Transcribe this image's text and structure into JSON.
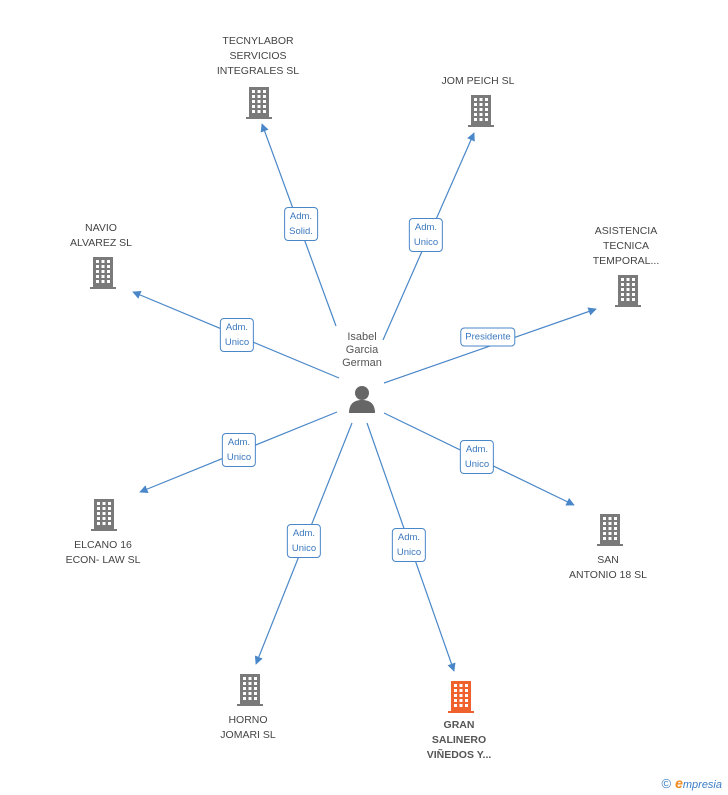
{
  "center": {
    "label_lines": [
      "Isabel",
      "Garcia",
      "German"
    ]
  },
  "companies": [
    {
      "id": "tecnylabor",
      "label_lines": [
        "TECNYLABOR",
        "SERVICIOS",
        "INTEGRALES SL"
      ],
      "role_lines": [
        "Adm.",
        "Solid."
      ],
      "highlight": false
    },
    {
      "id": "jom-peich",
      "label_lines": [
        "JOM PEICH SL"
      ],
      "role_lines": [
        "Adm.",
        "Unico"
      ],
      "highlight": false
    },
    {
      "id": "navio-alvarez",
      "label_lines": [
        "NAVIO",
        "ALVAREZ SL"
      ],
      "role_lines": [
        "Adm.",
        "Unico"
      ],
      "highlight": false
    },
    {
      "id": "asistencia-tecnica",
      "label_lines": [
        "ASISTENCIA",
        "TECNICA",
        "TEMPORAL..."
      ],
      "role_lines": [
        "Presidente"
      ],
      "highlight": false
    },
    {
      "id": "elcano-16",
      "label_lines": [
        "ELCANO 16",
        "ECON- LAW SL"
      ],
      "role_lines": [
        "Adm.",
        "Unico"
      ],
      "highlight": false
    },
    {
      "id": "san-antonio-18",
      "label_lines": [
        "SAN",
        "ANTONIO 18 SL"
      ],
      "role_lines": [
        "Adm.",
        "Unico"
      ],
      "highlight": false
    },
    {
      "id": "horno-jomari",
      "label_lines": [
        "HORNO",
        "JOMARI SL"
      ],
      "role_lines": [
        "Adm.",
        "Unico"
      ],
      "highlight": false
    },
    {
      "id": "gran-salinero",
      "label_lines": [
        "GRAN",
        "SALINERO",
        "VIÑEDOS Y..."
      ],
      "role_lines": [
        "Adm.",
        "Unico"
      ],
      "highlight": true
    }
  ],
  "colors": {
    "edge": "#4a87c8",
    "building": "#7a7a7a",
    "building_highlight": "#f0622d",
    "person": "#666666"
  },
  "footer": {
    "copyright_symbol": "©",
    "brand_initial": "e",
    "brand_rest": "mpresia"
  }
}
